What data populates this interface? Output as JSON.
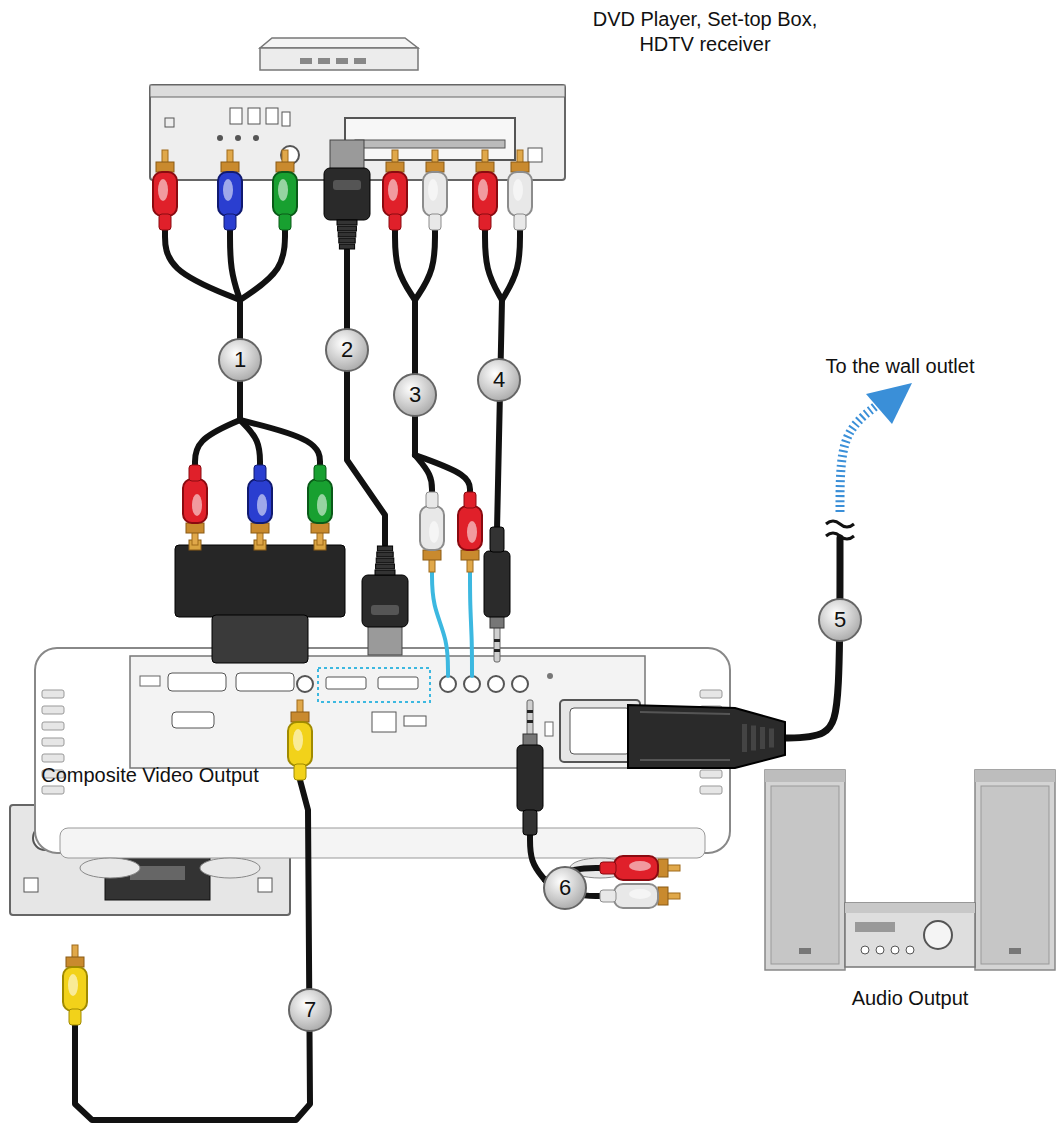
{
  "diagram": {
    "nodes": [
      {
        "text": [
          "DVD Player, Set-top Box, HDTV receiver"
        ]
      },
      {
        "text": [
          "Composite Video Output"
        ]
      },
      {
        "text": [
          "Audio Output"
        ]
      }
    ],
    "labels": [
      "1",
      "2",
      "3",
      "4",
      "5",
      "6",
      "7",
      "To the wall outlet"
    ]
  }
}
